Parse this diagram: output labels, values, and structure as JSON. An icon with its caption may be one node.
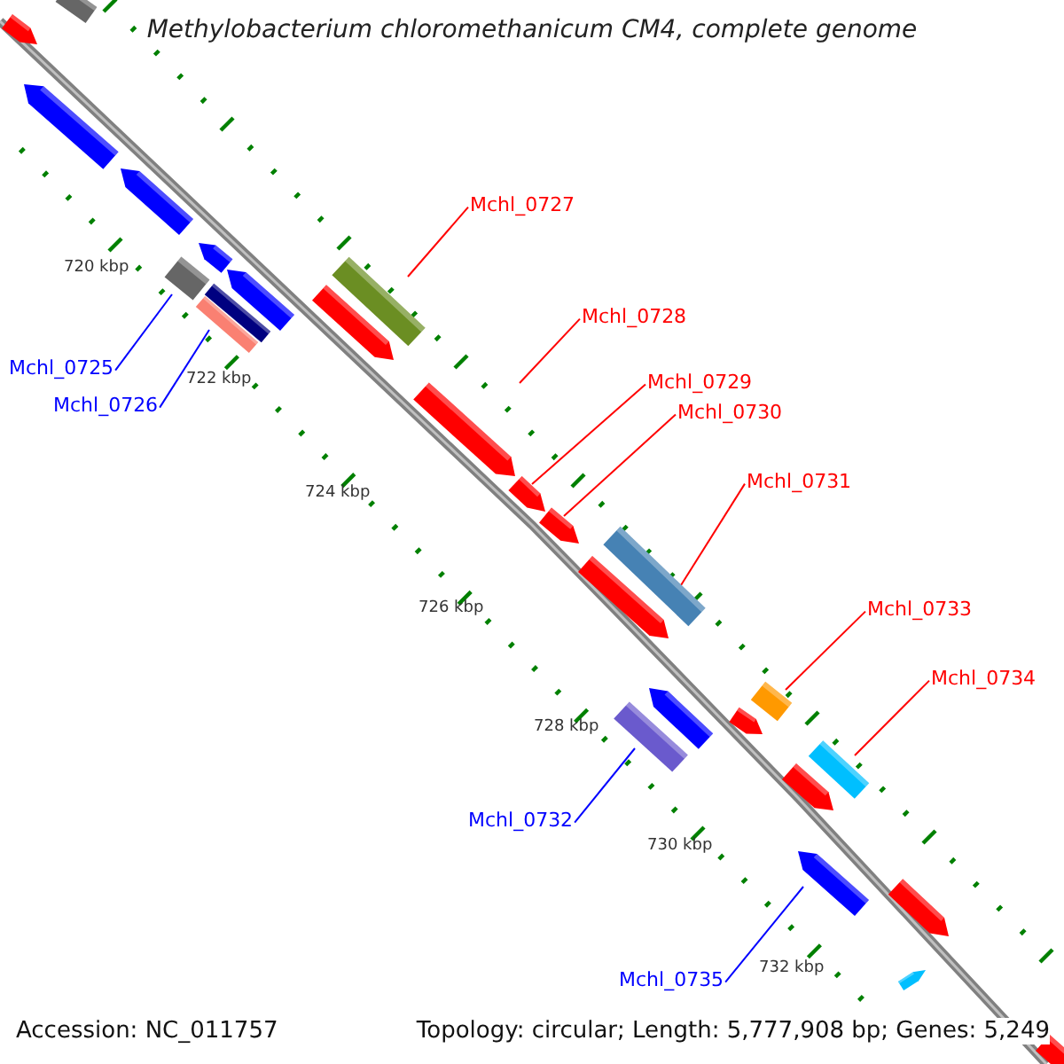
{
  "diagram": {
    "title": "Methylobacterium chloromethanicum CM4, complete genome",
    "nodes": [
      {
        "text": [
          "Mchl_0727"
        ]
      },
      {
        "text": [],
        "shape": "bar"
      },
      {
        "text": [
          "Mchl_0728"
        ]
      },
      {
        "text": [],
        "shape": "arrow"
      },
      {
        "text": [
          "Mchl_0729"
        ]
      },
      {
        "text": [],
        "shape": "arrow"
      },
      {
        "text": [
          "Mchl_0730"
        ]
      },
      {
        "text": [],
        "shape": "arrow"
      },
      {
        "text": [
          "Mchl_0725"
        ]
      },
      {
        "text": [],
        "shape": "box"
      },
      {
        "text": [
          "Mchl_0726"
        ]
      },
      {
        "text": [],
        "shape": "bar"
      },
      {
        "text": [
          "Mchl_0731"
        ]
      },
      {
        "text": [],
        "shape": "bar"
      },
      {
        "text": [
          "Mchl_0733"
        ]
      },
      {
        "text": [],
        "shape": "box"
      },
      {
        "text": [
          "Mchl_0734"
        ]
      },
      {
        "text": [],
        "shape": "bar"
      },
      {
        "text": [
          "Mchl_0732"
        ]
      },
      {
        "text": [],
        "shape": "bar"
      },
      {
        "text": [
          "Mchl_0735"
        ]
      },
      {
        "text": [],
        "shape": "arrow"
      },
      {
        "text": [],
        "shape": "arrow"
      },
      {
        "text": [],
        "shape": "bar"
      },
      {
        "text": [],
        "shape": "arrow"
      },
      {
        "text": [],
        "shape": "arrow"
      },
      {
        "text": [],
        "shape": "arrow"
      },
      {
        "text": [],
        "shape": "arrow"
      },
      {
        "text": [],
        "shape": "bar"
      },
      {
        "text": [],
        "shape": "arrow"
      },
      {
        "text": [],
        "shape": "arrow"
      },
      {
        "text": [],
        "shape": "arrow"
      },
      {
        "text": [],
        "shape": "arrow"
      },
      {
        "text": [],
        "shape": "arrow"
      },
      {
        "text": [],
        "shape": "arrow"
      },
      {
        "text": [],
        "shape": "arrow"
      },
      {
        "text": [],
        "shape": "arrow"
      }
    ],
    "edges": [
      {
        "from": 0,
        "to": 1,
        "arrow": "none"
      },
      {
        "from": 2,
        "to": 3,
        "arrow": "none"
      },
      {
        "from": 4,
        "to": 5,
        "arrow": "none"
      },
      {
        "from": 6,
        "to": 7,
        "arrow": "none"
      },
      {
        "from": 8,
        "to": 9,
        "arrow": "none",
        "color": "#0000ff"
      },
      {
        "from": 10,
        "to": 11,
        "arrow": "none",
        "color": "#0000ff"
      },
      {
        "from": 12,
        "to": 13,
        "arrow": "none"
      },
      {
        "from": 14,
        "to": 15,
        "arrow": "none"
      },
      {
        "from": 16,
        "to": 17,
        "arrow": "none"
      },
      {
        "from": 18,
        "to": 19,
        "arrow": "none",
        "color": "#0000ff"
      },
      {
        "from": 20,
        "to": 21,
        "arrow": "none",
        "color": "#0000ff"
      }
    ],
    "labels": [
      "720 kbp",
      "722 kbp",
      "724 kbp",
      "726 kbp",
      "728 kbp",
      "730 kbp",
      "732 kbp",
      "Accession: NC_011757",
      "Topology: circular; Length: 5,777,908 bp; Genes: 5,249"
    ]
  }
}
